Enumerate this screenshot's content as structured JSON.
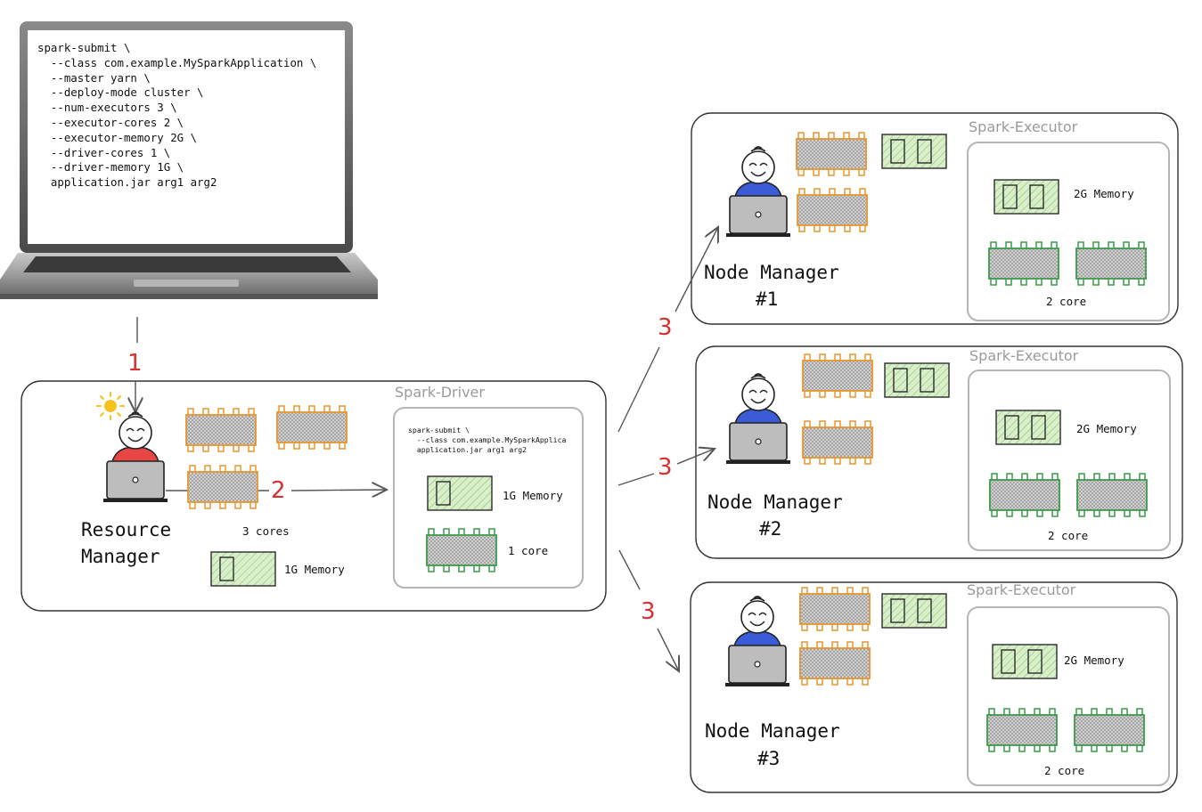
{
  "laptop": {
    "command_lines": [
      "spark-submit \\",
      "  --class com.example.MySparkApplication \\",
      "  --master yarn \\",
      "  --deploy-mode cluster \\",
      "  --num-executors 3 \\",
      "  --executor-cores 2 \\",
      "  --executor-memory 2G \\",
      "  --driver-cores 1 \\",
      "  --driver-memory 1G \\",
      "  application.jar arg1 arg2"
    ]
  },
  "steps": {
    "submit": "1",
    "driver": "2",
    "executors": "3"
  },
  "resource_manager": {
    "title_line1": "Resource",
    "title_line2": "Manager",
    "cores_label": "3 cores",
    "memory_label": "1G Memory"
  },
  "driver": {
    "title": "Spark-Driver",
    "command_lines": [
      "spark-submit \\",
      "  --class com.example.MySparkApplica",
      "  application.jar arg1 arg2"
    ],
    "memory_label": "1G Memory",
    "core_label": "1 core"
  },
  "nodes": [
    {
      "title": "Node Manager",
      "number": "#1",
      "executor_title": "Spark-Executor",
      "memory_label": "2G Memory",
      "core_label": "2 core"
    },
    {
      "title": "Node Manager",
      "number": "#2",
      "executor_title": "Spark-Executor",
      "memory_label": "2G Memory",
      "core_label": "2 core"
    },
    {
      "title": "Node Manager",
      "number": "#3",
      "executor_title": "Spark-Executor",
      "memory_label": "2G Memory",
      "core_label": "2 core"
    }
  ],
  "colors": {
    "chip_orange": "#e8962e",
    "chip_green": "#3c9a4a",
    "memory_fill": "#d9eecb",
    "memory_stroke": "#2b2b2b",
    "manager_shirt": "#e84545",
    "node_shirt": "#3c5bd6",
    "step_red": "#d93030",
    "sun": "#f6c21e"
  }
}
